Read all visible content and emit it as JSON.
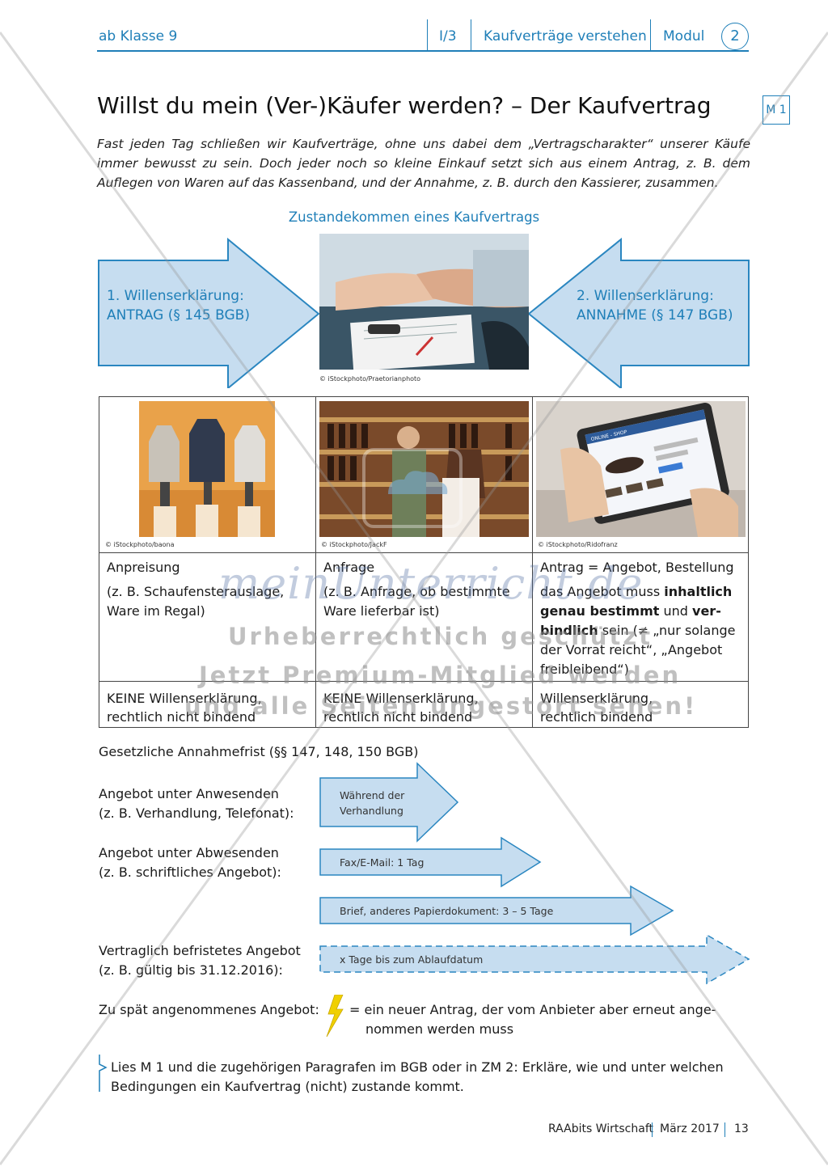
{
  "header": {
    "level": "ab Klasse 9",
    "unit": "I/3",
    "topic": "Kaufverträge verstehen",
    "modul_label": "Modul",
    "modul_number": "2"
  },
  "material_tag": "M 1",
  "title": "Willst du mein (Ver-)Käufer werden? – Der Kaufvertrag",
  "intro": "Fast jeden Tag schließen wir Kaufverträge, ohne uns dabei dem „Vertragscharakter“ unserer Käufe immer bewusst zu sein. Doch jeder noch so kleine Einkauf setzt sich aus einem Antrag, z. B. dem Auflegen von Waren auf das Kassenband, und der Annahme, z. B. durch den Kassierer, zusammen.",
  "diagram": {
    "heading": "Zustandekommen eines Kaufvertrags",
    "left_line1": "1. Willenserklärung:",
    "left_line2": "ANTRAG (§ 145 BGB)",
    "right_line1": "2. Willenserklärung:",
    "right_line2": "ANNAHME (§ 147 BGB)",
    "photo_credit": "© iStockphoto/Praetorianphoto"
  },
  "table": {
    "columns": [
      {
        "credit": "© iStockphoto/baona",
        "head": "Anpreisung",
        "body": [
          "(z. B. Schaufensterauslage,",
          "Ware im Regal)"
        ],
        "foot": [
          "KEINE Willenserklärung,",
          "rechtlich nicht bindend"
        ]
      },
      {
        "credit": "© iStockphoto/JackF",
        "head": "Anfrage",
        "body": [
          "(z. B. Anfrage, ob bestimmte",
          "Ware lieferbar ist)"
        ],
        "foot": [
          "KEINE Willenserklärung,",
          "rechtlich nicht bindend"
        ]
      },
      {
        "credit": "© iStockphoto/Ridofranz",
        "head": "Antrag = Angebot, Bestellung",
        "body_parts": {
          "l1a": "das Angebot muss ",
          "l1b": "inhaltlich",
          "l2a": "genau bestimmt",
          "l2b": " und ",
          "l2c": "ver-",
          "l3a": "bindlich",
          "l3b": " sein (≠ „nur solange",
          "l4": "der Vorrat reicht“, „Angebot",
          "l5": "freibleibend“)"
        },
        "foot": [
          "Willenserklärung,",
          "rechtlich bindend"
        ]
      }
    ],
    "tablet_shop_label": "ONLINE - SHOP"
  },
  "deadlines": {
    "heading": "Gesetzliche Annahmefrist (§§ 147, 148, 150 BGB)",
    "rows": [
      {
        "label": [
          "Angebot unter Anwesenden",
          "(z. B. Verhandlung, Telefonat):"
        ],
        "arrow": [
          "Während der",
          "Verhandlung"
        ]
      },
      {
        "label": [
          "Angebot unter Abwesenden",
          "(z. B. schriftliches Angebot):"
        ],
        "arrow": [
          "Fax/E-Mail: 1 Tag"
        ]
      },
      {
        "label": [],
        "arrow": [
          "Brief, anderes Papierdokument: 3 – 5 Tage"
        ]
      },
      {
        "label": [
          "Vertraglich befristetes Angebot",
          "(z. B. gültig bis 31.12.2016):"
        ],
        "arrow": [
          "x Tage bis zum Ablaufdatum"
        ]
      }
    ],
    "late_label": "Zu spät angenommenes Angebot:",
    "late_text": [
      "= ein neuer Antrag, der vom Anbieter aber erneut ange-",
      "nommen werden muss"
    ]
  },
  "task": [
    "Lies M 1 und die zugehörigen Paragrafen im BGB oder in ZM 2: Erkläre, wie und unter welchen",
    "Bedingungen ein Kaufvertrag (nicht) zustande kommt."
  ],
  "footer": {
    "publisher": "RAAbits Wirtschaft",
    "date": "März 2017",
    "page": "13"
  },
  "watermark": {
    "logo": "meinUnterricht.de",
    "line1": "Urheberrechtlich geschützt",
    "line2": "Jetzt Premium-Mitglied werden",
    "line3": "und alle Seiten ungestört sehen!"
  },
  "colors": {
    "accent": "#1f7fb8",
    "arrow_fill": "#c6ddf0",
    "arrow_stroke": "#2a86c0",
    "lightning": "#f0d000"
  }
}
